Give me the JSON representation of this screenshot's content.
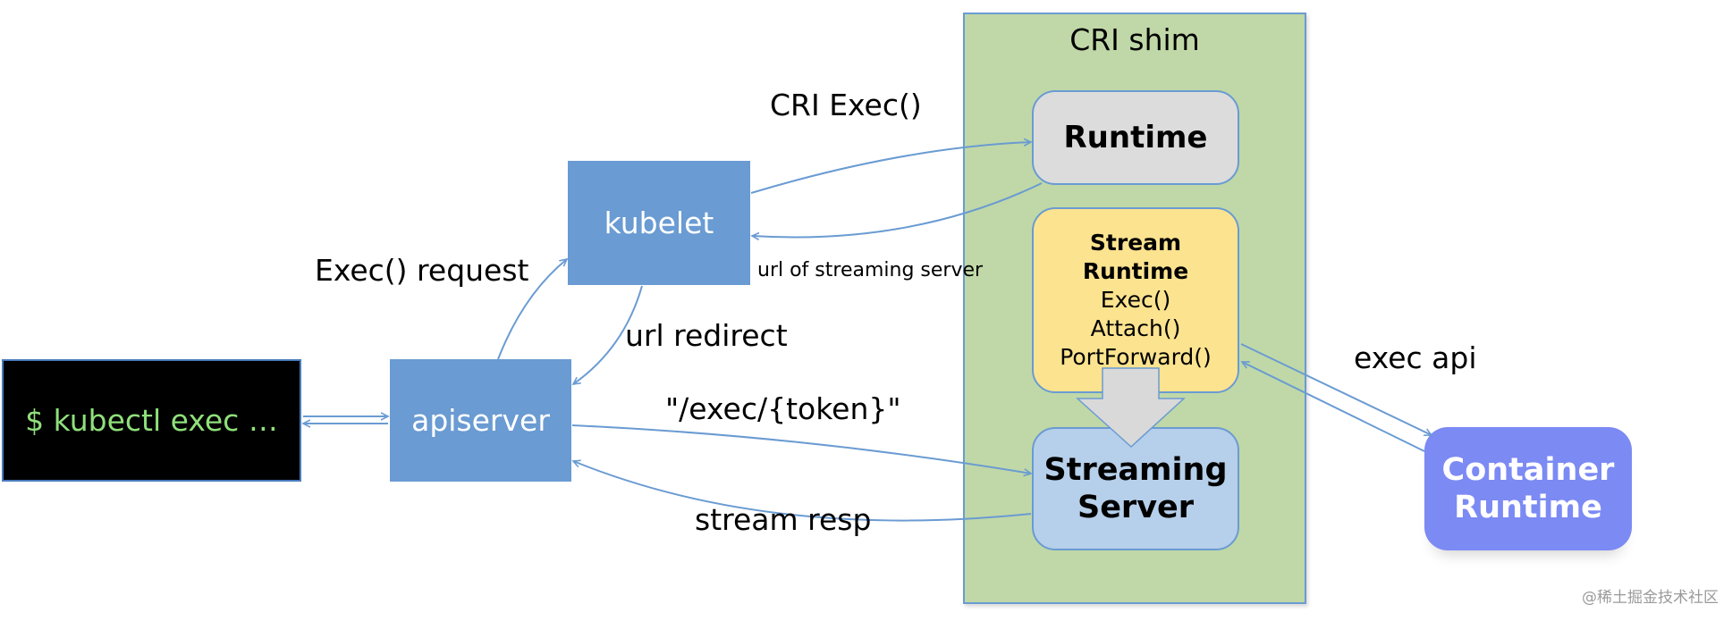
{
  "shim": {
    "title": "CRI shim"
  },
  "terminal": {
    "text": "$ kubectl exec …"
  },
  "apiserver": {
    "label": "apiserver"
  },
  "kubelet": {
    "label": "kubelet"
  },
  "runtime": {
    "label": "Runtime"
  },
  "stream_runtime": {
    "title": "Stream Runtime",
    "methods": [
      "Exec()",
      "Attach()",
      "PortForward()"
    ]
  },
  "streaming_server": {
    "line1": "Streaming",
    "line2": "Server"
  },
  "container_runtime": {
    "line1": "Container",
    "line2": "Runtime"
  },
  "edges": {
    "cri_exec": "CRI Exec()",
    "exec_request": "Exec() request",
    "url_of_streaming_server": "url of streaming server",
    "url_redirect": "url redirect",
    "exec_token": "\"/exec/{token}\"",
    "stream_resp": "stream resp",
    "exec_api": "exec api"
  },
  "watermark": "@稀土掘金技术社区",
  "colors": {
    "terminal_bg": "#000000",
    "terminal_text": "#8fe07a",
    "node_blue": "#6a9bd2",
    "shim_green": "#c0d8a7",
    "shim_border": "#6a9bd2",
    "runtime_gray": "#dcdcdc",
    "stream_yellow": "#fce38f",
    "streaming_blue": "#b6cfea",
    "container_purple": "#7c8af4",
    "arrow": "#6a9bd2"
  }
}
